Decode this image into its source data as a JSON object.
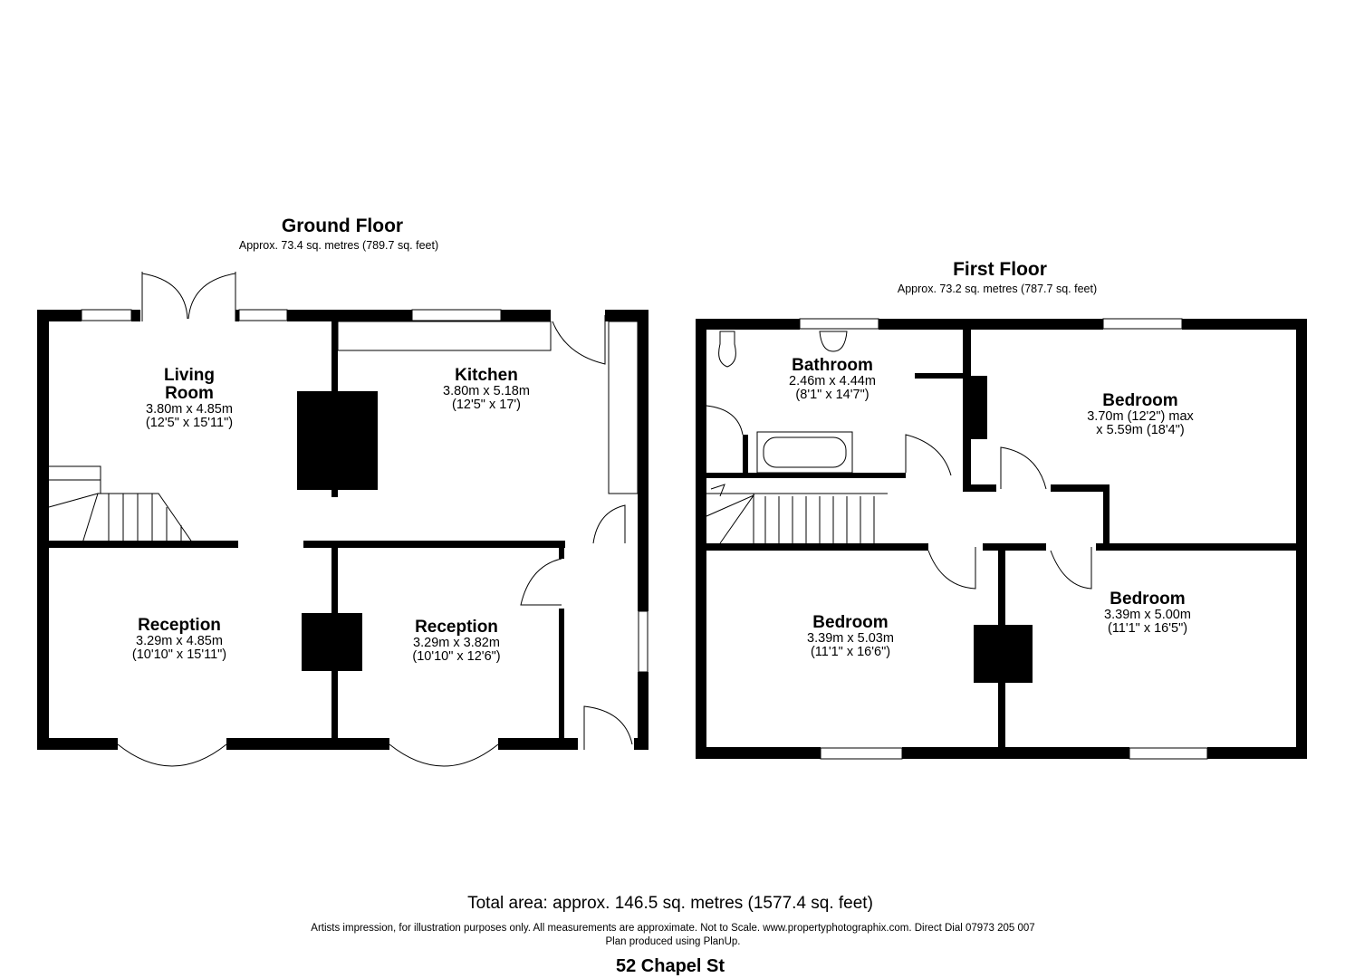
{
  "ground_floor": {
    "title": "Ground Floor",
    "area": "Approx. 73.4 sq. metres (789.7 sq. feet)",
    "rooms": [
      {
        "name": "Living Room",
        "metric": "3.80m x 4.85m",
        "imperial": "(12'5\" x 15'11\")"
      },
      {
        "name": "Kitchen",
        "metric": "3.80m x 5.18m",
        "imperial": "(12'5\" x 17')"
      },
      {
        "name": "Reception",
        "metric": "3.29m x 4.85m",
        "imperial": "(10'10\" x 15'11\")"
      },
      {
        "name": "Reception",
        "metric": "3.29m x 3.82m",
        "imperial": "(10'10\" x 12'6\")"
      }
    ]
  },
  "first_floor": {
    "title": "First Floor",
    "area": "Approx. 73.2 sq. metres (787.7 sq. feet)",
    "rooms": [
      {
        "name": "Bathroom",
        "metric": "2.46m x 4.44m",
        "imperial": "(8'1\" x 14'7\")"
      },
      {
        "name": "Bedroom",
        "metric": "3.70m (12'2\") max",
        "imperial": "x 5.59m (18'4\")"
      },
      {
        "name": "Bedroom",
        "metric": "3.39m x 5.03m",
        "imperial": "(11'1\" x 16'6\")"
      },
      {
        "name": "Bedroom",
        "metric": "3.39m x 5.00m",
        "imperial": "(11'1\" x 16'5\")"
      }
    ]
  },
  "footer": {
    "total_area": "Total area: approx. 146.5 sq. metres (1577.4 sq. feet)",
    "disclaimer": "Artists impression, for illustration purposes only. All measurements are approximate. Not to Scale. www.propertyphotographix.com. Direct Dial 07973 205 007",
    "produced_by": "Plan produced using PlanUp.",
    "address": "52 Chapel St"
  }
}
